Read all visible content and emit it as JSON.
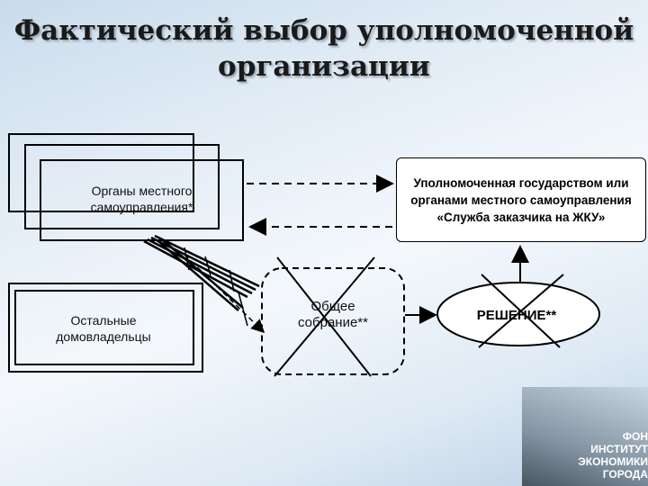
{
  "title": {
    "line1": "Фактический выбор уполномоченной",
    "line2": "организации"
  },
  "local_gov": {
    "label_line1": "Органы местного",
    "label_line2": "самоуправления*"
  },
  "other_owners": {
    "label_line1": "Остальные",
    "label_line2": "домовладельцы"
  },
  "authorized_org": {
    "label": "Уполномоченная государством или органами местного самоуправления «Служба заказчика на ЖКУ»"
  },
  "general_meeting": {
    "label_line1": "Общее",
    "label_line2": "собрание**"
  },
  "decision": {
    "label": "РЕШЕНИЕ**"
  },
  "logo": {
    "line1": "ФОН",
    "line2": "ИНСТИТУТ",
    "line3": "ЭКОНОМИКИ",
    "line4": "ГОРОДА"
  }
}
